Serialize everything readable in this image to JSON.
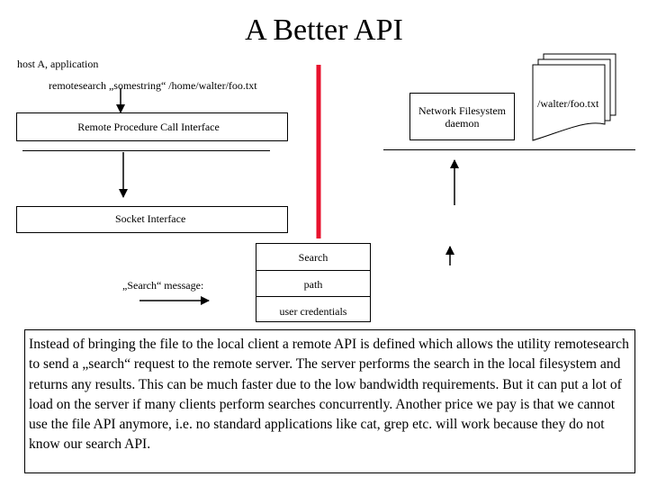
{
  "title": "A Better API",
  "host_label": "host A, application",
  "command_label": "remotesearch „somestring“ /home/walter/foo.txt",
  "rpc_interface_label": "Remote Procedure Call Interface",
  "socket_interface_label": "Socket Interface",
  "nfs_daemon_label": "Network Filesystem daemon",
  "file_label": "/walter/foo.txt",
  "message_label": "„Search“ message:",
  "message_fields": [
    "Search",
    "path",
    "user credentials"
  ],
  "explanation": "Instead of bringing the file to the local client a remote API is defined which allows the utility remotesearch to send a „search“ request to the remote server. The server performs the search in the local filesystem and returns any results. This can be much faster due to the low bandwidth requirements. But it can put a lot of load on the server if many clients perform searches concurrently. Another price we pay is that we cannot use the file API anymore, i.e. no standard applications like cat, grep etc. will work because they do not know our search API.",
  "colors": {
    "divider": "#e8112d",
    "ink": "#000000"
  }
}
